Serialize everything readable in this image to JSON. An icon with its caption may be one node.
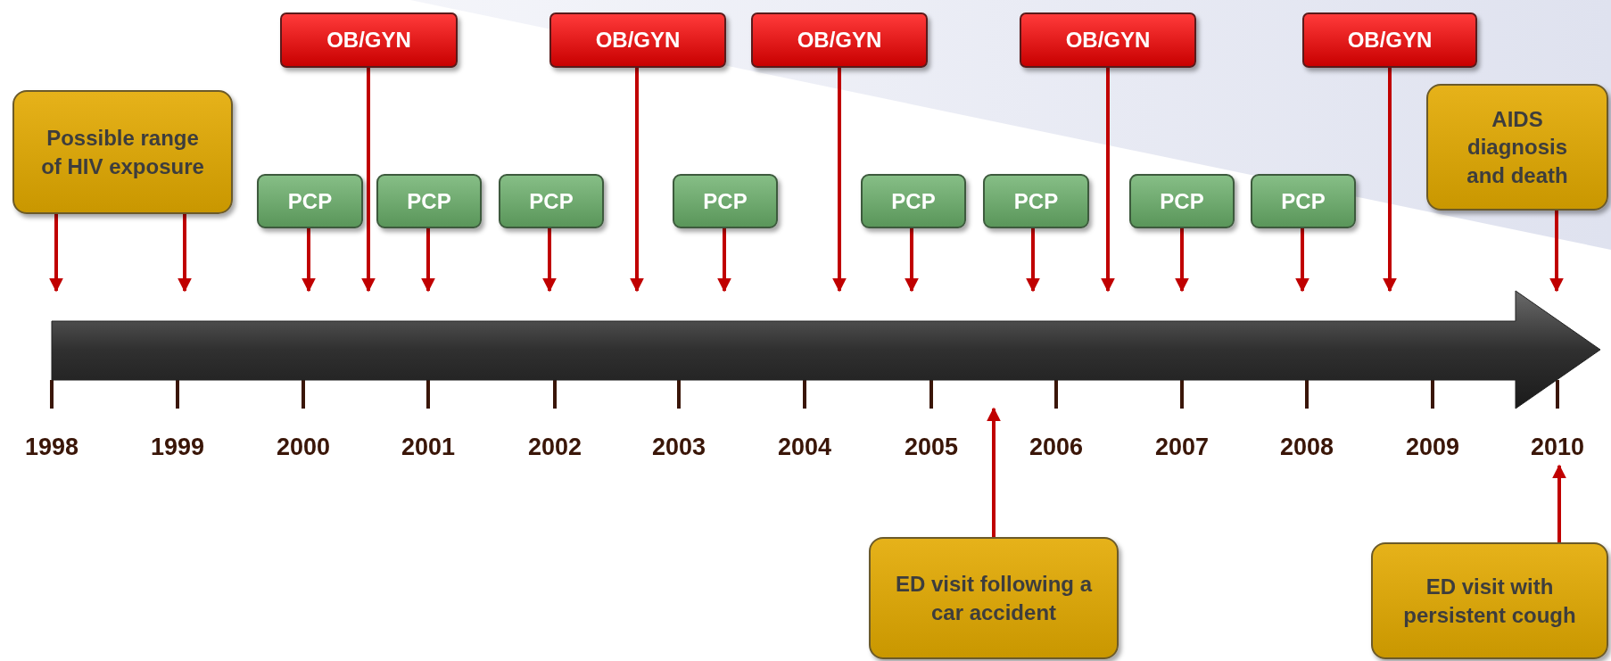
{
  "diagram": {
    "nodes": [
      {
        "text": [
          "Possible range of HIV exposure"
        ]
      },
      {
        "text": [
          "OB/GYN"
        ]
      },
      {
        "text": [
          "OB/GYN"
        ]
      },
      {
        "text": [
          "OB/GYN"
        ]
      },
      {
        "text": [
          "OB/GYN"
        ]
      },
      {
        "text": [
          "OB/GYN"
        ]
      },
      {
        "text": [
          "PCP"
        ]
      },
      {
        "text": [
          "PCP"
        ]
      },
      {
        "text": [
          "PCP"
        ]
      },
      {
        "text": [
          "PCP"
        ]
      },
      {
        "text": [
          "PCP"
        ]
      },
      {
        "text": [
          "PCP"
        ]
      },
      {
        "text": [
          "PCP"
        ]
      },
      {
        "text": [
          "PCP"
        ]
      },
      {
        "text": [
          "AIDS diagnosis and death"
        ]
      },
      {
        "text": [],
        "shape": "arrow"
      },
      {
        "text": [
          "ED visit following a car accident"
        ]
      },
      {
        "text": [
          "ED visit with persistent cough"
        ]
      },
      {
        "text": [
          "2010"
        ]
      }
    ],
    "edges": [
      {
        "from": 0,
        "to": 15,
        "arrow": "to"
      },
      {
        "from": 0,
        "to": 15,
        "arrow": "to"
      },
      {
        "from": 6,
        "to": 15,
        "arrow": "to"
      },
      {
        "from": 1,
        "to": 15,
        "arrow": "to"
      },
      {
        "from": 7,
        "to": 15,
        "arrow": "to"
      },
      {
        "from": 8,
        "to": 15,
        "arrow": "to"
      },
      {
        "from": 2,
        "to": 15,
        "arrow": "to"
      },
      {
        "from": 9,
        "to": 15,
        "arrow": "to"
      },
      {
        "from": 3,
        "to": 15,
        "arrow": "to"
      },
      {
        "from": 10,
        "to": 15,
        "arrow": "to"
      },
      {
        "from": 11,
        "to": 15,
        "arrow": "to"
      },
      {
        "from": 4,
        "to": 15,
        "arrow": "to"
      },
      {
        "from": 12,
        "to": 15,
        "arrow": "to"
      },
      {
        "from": 13,
        "to": 15,
        "arrow": "to"
      },
      {
        "from": 5,
        "to": 15,
        "arrow": "to"
      },
      {
        "from": 14,
        "to": 15,
        "arrow": "to"
      },
      {
        "from": 16,
        "to": 15,
        "arrow": "to"
      },
      {
        "from": 17,
        "to": 18,
        "arrow": "to"
      }
    ],
    "labels": [
      "1998",
      "1999",
      "2000",
      "2001",
      "2002",
      "2003",
      "2004",
      "2005",
      "2006",
      "2007",
      "2008",
      "2009"
    ]
  }
}
